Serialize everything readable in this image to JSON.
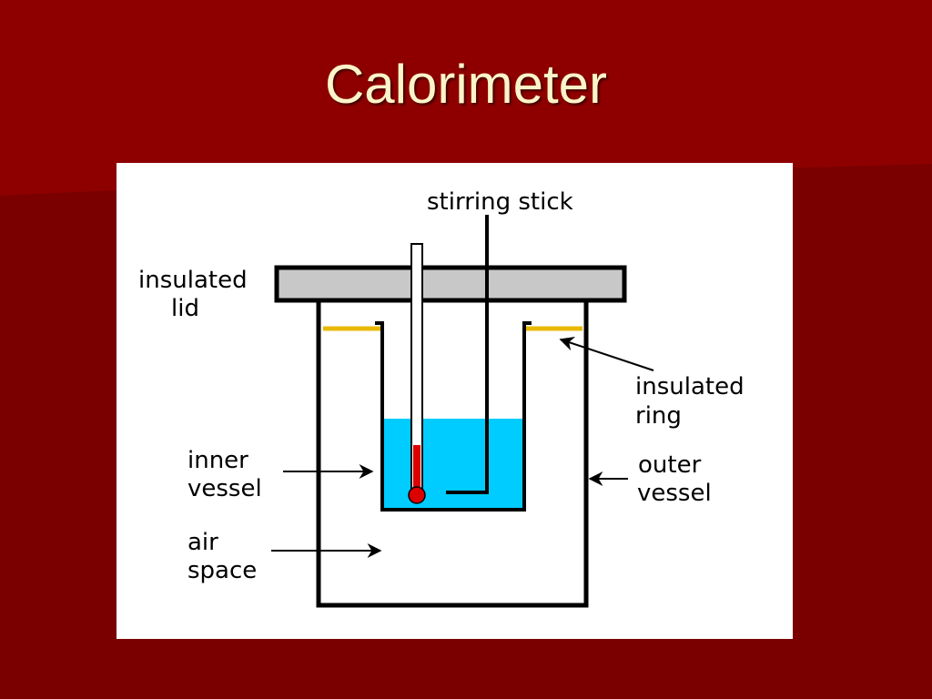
{
  "slide": {
    "title": "Calorimeter"
  },
  "colors": {
    "background": "#7a0000",
    "background_swoosh": "#8e0000",
    "title": "#fbf4c8",
    "lid_fill": "#c8c8c8",
    "water": "#00ccff",
    "ring": "#e8b800",
    "mercury": "#dd0000",
    "outline": "#000000"
  },
  "diagram": {
    "labels": {
      "stirring_stick": "stirring stick",
      "insulated_lid_1": "insulated",
      "insulated_lid_2": "lid",
      "insulated_ring_1": "insulated",
      "insulated_ring_2": "ring",
      "inner_vessel_1": "inner",
      "inner_vessel_2": "vessel",
      "outer_vessel_1": "outer",
      "outer_vessel_2": "vessel",
      "air_space_1": "air",
      "air_space_2": "space"
    }
  }
}
